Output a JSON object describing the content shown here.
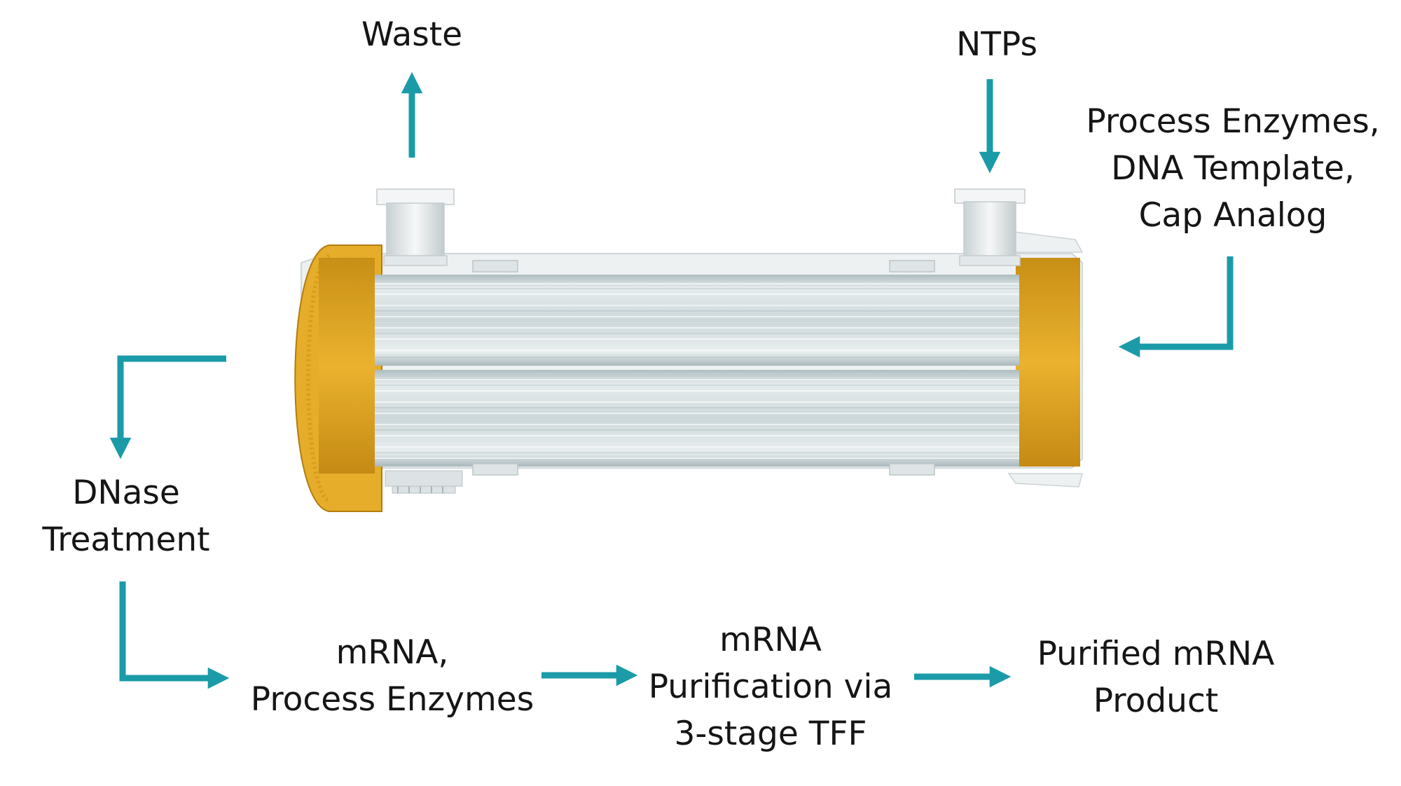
{
  "colors": {
    "arrow": "#1b9ba8",
    "text": "#151515",
    "caps": "#e5ad2a",
    "fibers": "#d8e0e2",
    "housing": "#eef1f2"
  },
  "image": {
    "name": "hollow-fiber-bioreactor-cartridge"
  },
  "labels": {
    "waste": "Waste",
    "ntps": "NTPs",
    "enzymes_template_cap": [
      "Process Enzymes,",
      "DNA Template,",
      "Cap Analog"
    ],
    "dnase": [
      "DNase",
      "Treatment"
    ],
    "mrna_enzymes": [
      "mRNA,",
      "Process Enzymes"
    ],
    "purification": [
      "mRNA",
      "Purification via",
      "3-stage TFF"
    ],
    "product": [
      "Purified mRNA",
      "Product"
    ]
  }
}
